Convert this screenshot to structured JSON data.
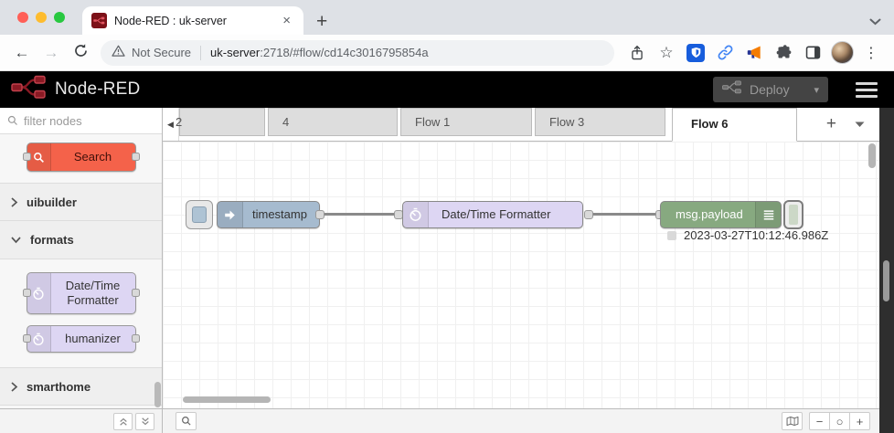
{
  "browser": {
    "tab_title": "Node-RED : uk-server",
    "security_label": "Not Secure",
    "url_host": "uk-server",
    "url_rest": ":2718/#flow/cd14c3016795854a"
  },
  "icons": {
    "back": "←",
    "forward": "→",
    "close": "×",
    "new_tab": "+",
    "more": "⋮",
    "star": "☆",
    "tab_scroll_left": "◀",
    "deploy_caret": "▾",
    "add_flow": "+",
    "zoom_out": "−",
    "zoom_reset": "○",
    "zoom_in": "+"
  },
  "header": {
    "app_name": "Node-RED",
    "deploy_label": "Deploy"
  },
  "palette": {
    "filter_placeholder": "filter nodes",
    "search_node_label": "Search",
    "categories": [
      {
        "label": "uibuilder",
        "expanded": false
      },
      {
        "label": "formats",
        "expanded": true,
        "nodes": [
          "Date/Time Formatter",
          "humanizer"
        ]
      },
      {
        "label": "smarthome",
        "expanded": false
      }
    ]
  },
  "workspace": {
    "tabs": [
      "2",
      "4",
      "Flow 1",
      "Flow 3",
      "Flow 6"
    ],
    "active_tab": "Flow 6"
  },
  "flow": {
    "inject_label": "timestamp",
    "formatter_label": "Date/Time Formatter",
    "debug_label": "msg.payload",
    "debug_message": "2023-03-27T10:12:46.986Z"
  },
  "colors": {
    "inject_node": "#a6bbcf",
    "moment_node": "#ddd6f3",
    "debug_node": "#87a980",
    "search_node": "#f4624a",
    "nodered_red": "#8f0000",
    "traffic_red": "#ff5f57",
    "traffic_yellow": "#febc2e",
    "traffic_green": "#28c840"
  }
}
